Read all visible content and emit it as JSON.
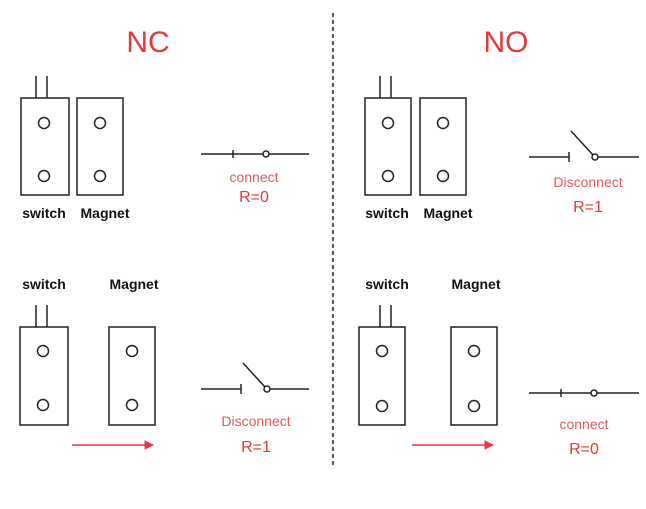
{
  "left": {
    "heading": "NC",
    "top": {
      "switch_label": "switch",
      "magnet_label": "Magnet",
      "state": "connect",
      "resistance": "R=0"
    },
    "bottom": {
      "switch_label": "switch",
      "magnet_label": "Magnet",
      "state": "Disconnect",
      "resistance": "R=1"
    }
  },
  "right": {
    "heading": "NO",
    "top": {
      "switch_label": "switch",
      "magnet_label": "Magnet",
      "state": "Disconnect",
      "resistance": "R=1"
    },
    "bottom": {
      "switch_label": "switch",
      "magnet_label": "Magnet",
      "state": "connect",
      "resistance": "R=0"
    }
  },
  "colors": {
    "accent": "#e23a3a",
    "arrow": "#e8364a",
    "line": "#222222",
    "divider": "#555555"
  }
}
